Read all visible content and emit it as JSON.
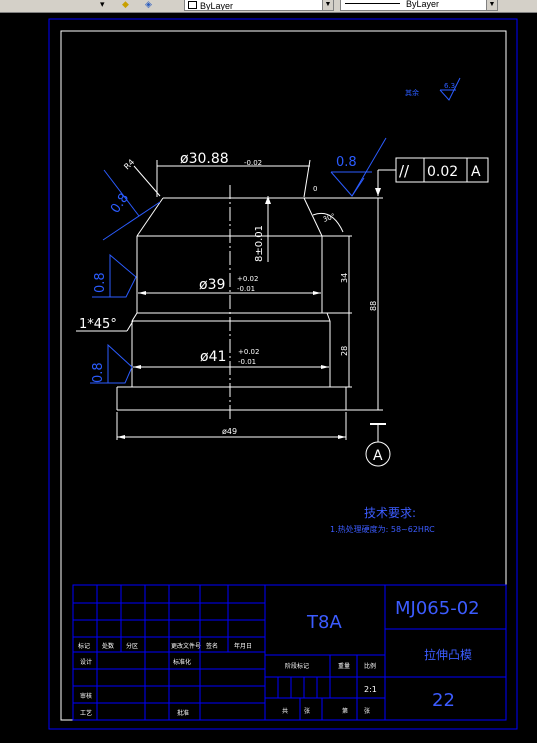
{
  "toolbar": {
    "layer_color_label": "ByLayer",
    "linetype_label": "ByLayer",
    "icons": [
      "layer-states-icon",
      "layer-previous-icon"
    ],
    "accent": "#d4d0c8"
  },
  "drawing": {
    "roughness_general_prefix": "其余",
    "roughness_general_value": "6.3",
    "roughness_top": "0.8",
    "roughness_left_upper": "0.8",
    "roughness_left_middle": "0.8",
    "roughness_left_lower": "0.8",
    "radius_label": "R4",
    "dim_top_diameter_main": "ø30.88",
    "dim_top_diameter_tol": "-0.02",
    "dim_zero": "0",
    "dim_angle": "30°",
    "dim_height_8": "8±0.01",
    "dim_mid_diameter_main": "ø39",
    "dim_mid_diameter_tol_upper": "+0.02",
    "dim_mid_diameter_tol_lower": "-0.01",
    "dim_34": "34",
    "dim_88": "88",
    "dim_chamfer": "1*45°",
    "dim_low_diameter_main": "ø41",
    "dim_low_diameter_tol_upper": "+0.02",
    "dim_low_diameter_tol_lower": "-0.01",
    "dim_28": "28",
    "dim_base_diameter": "ø49",
    "gdt_symbol": "//",
    "gdt_value": "0.02",
    "gdt_datum": "A",
    "datum_label": "A",
    "tech_title": "技术要求:",
    "tech_item": "1.热处理硬度为: 58~62HRC"
  },
  "title_block": {
    "material": "T8A",
    "drawing_number": "MJ065-02",
    "part_name": "拉伸凸模",
    "quantity": "22",
    "scale": "2:1",
    "row_labels": [
      "标记",
      "处数",
      "分区",
      "更改文件号",
      "签名",
      "年月日"
    ],
    "designer_label": "设计",
    "standard_label": "标准化",
    "review_label": "审核",
    "process_label": "工艺",
    "approve_label": "批准",
    "stage_label": "阶段标记",
    "weight_label": "重量",
    "scale_label": "比例",
    "sheet_labels": [
      "共",
      "张",
      "第",
      "张"
    ]
  },
  "colors": {
    "frame": "#0000ff",
    "outline": "#ffffff",
    "roughness": "#2b5cff",
    "title_text": "#3c5cff"
  }
}
